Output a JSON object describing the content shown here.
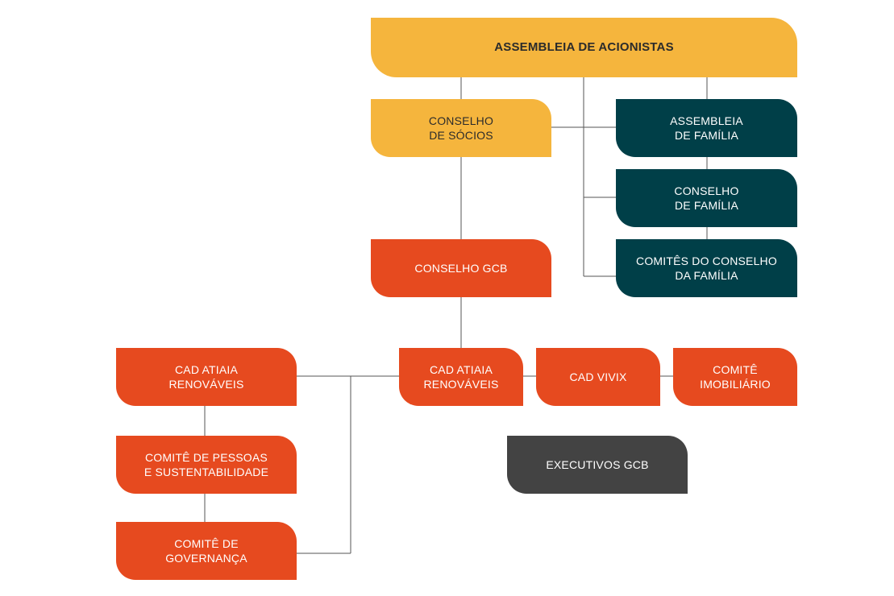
{
  "diagram": {
    "boxes": {
      "assembleia_acionistas": "ASSEMBLEIA DE ACIONISTAS",
      "conselho_socios": "CONSELHO\nDE SÓCIOS",
      "assembleia_familia": "ASSEMBLEIA\nDE FAMÍLIA",
      "conselho_familia": "CONSELHO\nDE FAMÍLIA",
      "comites_conselho_familia": "COMITÊS DO CONSELHO\nDA FAMÍLIA",
      "conselho_gcb": "CONSELHO GCB",
      "cad_atiaia_left": "CAD ATIAIA\nRENOVÁVEIS",
      "cad_atiaia_center": "CAD ATIAIA\nRENOVÁVEIS",
      "cad_vivix": "CAD VIVIX",
      "comite_imobiliario": "COMITÊ\nIMOBILIÁRIO",
      "comite_pessoas": "COMITÊ DE PESSOAS\nE SUSTENTABILIDADE",
      "comite_governanca": "COMITÊ DE\nGOVERNANÇA",
      "executivos_gcb": "EXECUTIVOS GCB"
    },
    "colors": {
      "yellow": "#f5b53d",
      "teal": "#003f48",
      "orange": "#e64a1f",
      "gray": "#434343",
      "connector": "#555555"
    }
  }
}
